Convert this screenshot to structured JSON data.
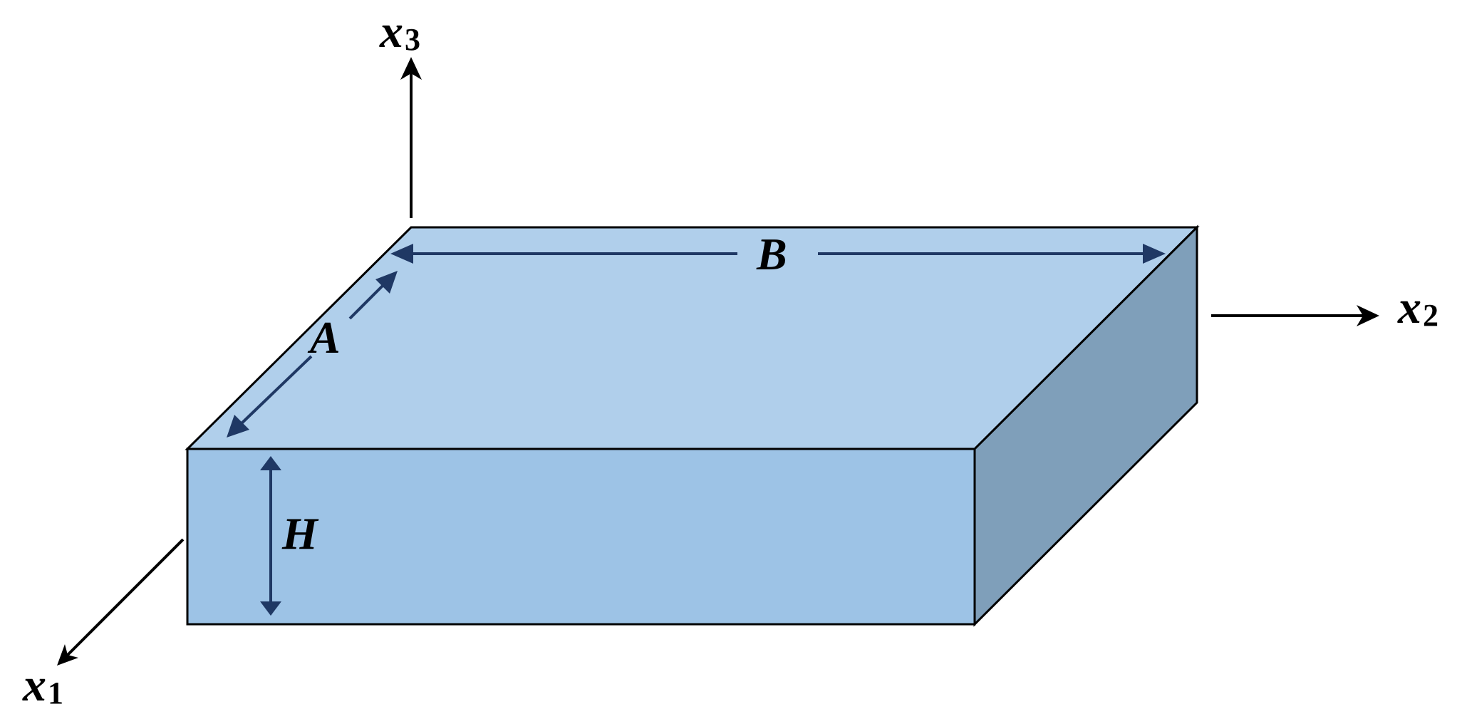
{
  "axes": {
    "x1": {
      "symbol": "x",
      "subscript": "1"
    },
    "x2": {
      "symbol": "x",
      "subscript": "2"
    },
    "x3": {
      "symbol": "x",
      "subscript": "3"
    }
  },
  "dimensions": {
    "length": "A",
    "width": "B",
    "height": "H"
  },
  "colors": {
    "top_face": "#b0cfeb",
    "front_face": "#9dc3e6",
    "side_face": "#7f9fba",
    "dimension_arrows": "#1f3864",
    "axes": "#000000"
  }
}
